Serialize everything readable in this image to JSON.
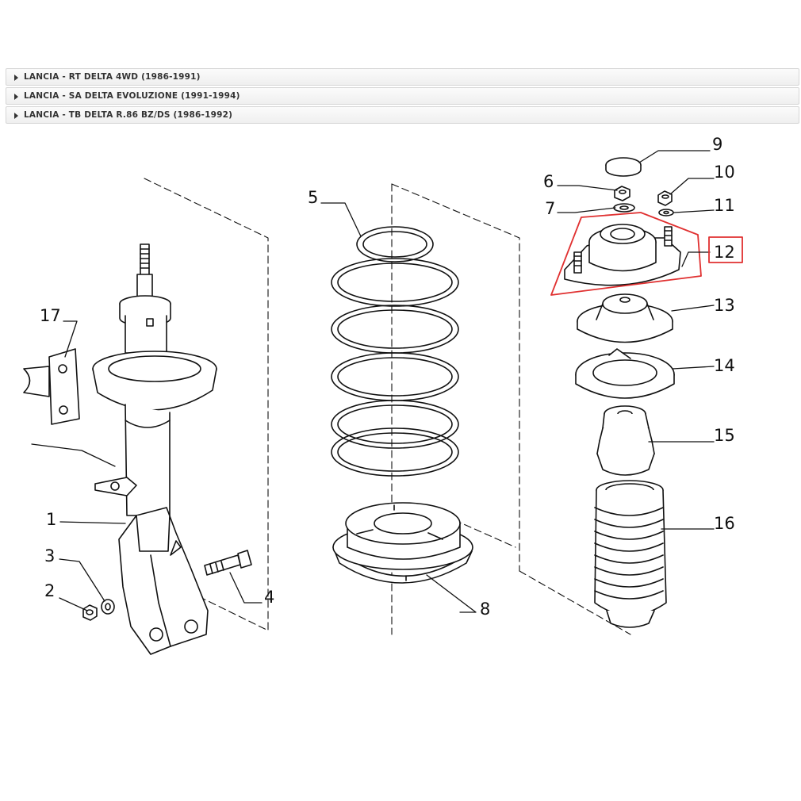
{
  "vehicles": [
    {
      "label": "LANCIA - RT DELTA 4WD (1986-1991)"
    },
    {
      "label": "LANCIA - SA DELTA EVOLUZIONE (1991-1994)"
    },
    {
      "label": "LANCIA - TB DELTA R.86 BZ/DS (1986-1992)"
    }
  ],
  "callouts": [
    "1",
    "2",
    "3",
    "4",
    "5",
    "6",
    "7",
    "8",
    "9",
    "10",
    "11",
    "12",
    "13",
    "14",
    "15",
    "16",
    "17"
  ],
  "highlighted_callout": "12",
  "colors": {
    "highlight": "#e03030",
    "line": "#111111"
  }
}
